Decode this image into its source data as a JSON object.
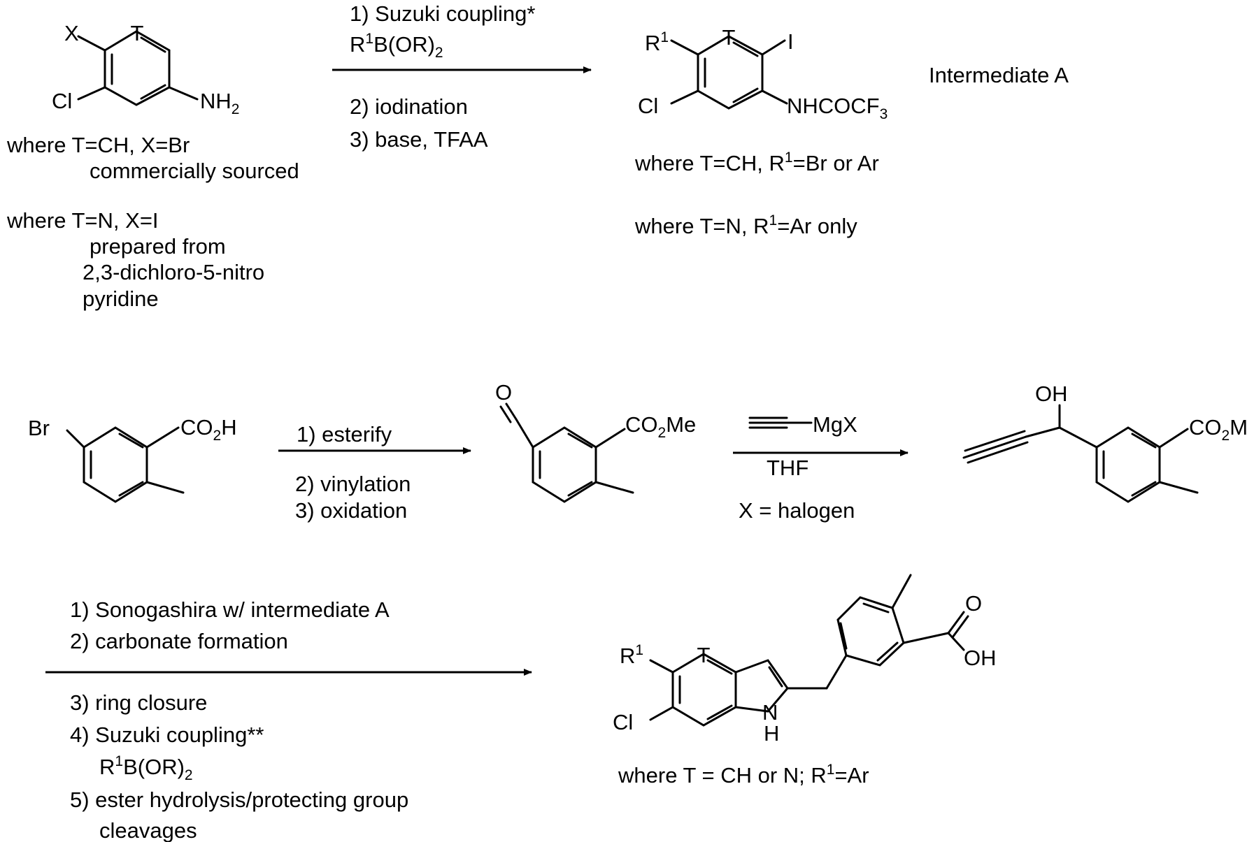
{
  "step1": {
    "conditions": [
      "1) Suzuki coupling*",
      "2) iodination",
      "3) base, TFAA"
    ],
    "reagent_main": "R",
    "reagent_sup": "1",
    "reagent_rest": "B(OR)",
    "reagent_sub": "2"
  },
  "start_material": {
    "atoms": {
      "x": "X",
      "t": "T",
      "cl": "Cl",
      "nh": "NH",
      "nh_sub": "2"
    },
    "notes": [
      "where T=CH,  X=Br",
      "commercially sourced",
      "where T=N, X=I",
      "prepared from",
      "2,3-dichloro-5-nitro",
      "pyridine"
    ]
  },
  "intermediate_a": {
    "atoms": {
      "r": "R",
      "r_sup": "1",
      "t": "T",
      "i": "I",
      "cl": "Cl",
      "nh": "NHCOCF",
      "nh_sub": "3"
    },
    "label": "Intermediate A",
    "note1": {
      "pre": "where T=CH, R",
      "sup": "1",
      "post": "=Br or Ar"
    },
    "note2": {
      "pre": "where T=N, R",
      "sup": "1",
      "post": "=Ar only"
    }
  },
  "bromo_acid": {
    "br": "Br",
    "co2h_pre": "CO",
    "co2h_sub": "2",
    "co2h_post": "H"
  },
  "step2": {
    "conditions": [
      "1) esterify",
      "2) vinylation",
      "3) oxidation"
    ]
  },
  "aldehyde": {
    "o": "O",
    "co2me_pre": "CO",
    "co2me_sub": "2",
    "co2me_post": "Me"
  },
  "step3": {
    "reagent": "MgX",
    "solvent": "THF",
    "note": "X = halogen"
  },
  "propargyl": {
    "oh": "OH",
    "co2me_pre": "CO",
    "co2me_sub": "2",
    "co2me_post": "Me"
  },
  "step4": {
    "conditions_top": [
      "1) Sonogashira w/ intermediate A",
      "2) carbonate formation"
    ],
    "conditions_bottom": [
      "3) ring closure",
      "4) Suzuki coupling**",
      "5) ester hydrolysis/protecting group",
      "cleavages"
    ],
    "reagent_main": "R",
    "reagent_sup": "1",
    "reagent_rest": "B(OR)",
    "reagent_sub": "2"
  },
  "product": {
    "atoms": {
      "r": "R",
      "r_sup": "1",
      "t": "T",
      "cl": "Cl",
      "n": "N",
      "h": "H",
      "o": "O",
      "oh": "OH"
    },
    "note": {
      "pre": "where  T = CH or N;  R",
      "sup": "1",
      "post": "=Ar"
    }
  }
}
